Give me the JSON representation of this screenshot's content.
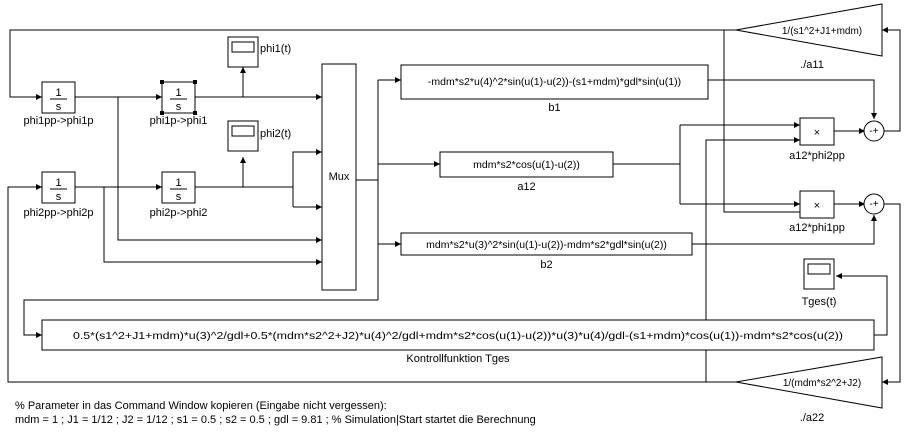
{
  "blocks": {
    "int1": {
      "num": "1",
      "den": "s",
      "label": "phi1pp->phi1p"
    },
    "int2": {
      "num": "1",
      "den": "s",
      "label": "phi1p->phi1"
    },
    "int3": {
      "num": "1",
      "den": "s",
      "label": "phi2pp->phi2p"
    },
    "int4": {
      "num": "1",
      "den": "s",
      "label": "phi2p->phi2"
    },
    "scope1": {
      "label": "phi1(t)"
    },
    "scope2": {
      "label": "phi2(t)"
    },
    "scope3": {
      "label": "Tges(t)"
    },
    "mux": {
      "label": "Mux"
    },
    "b1": {
      "expr": "-mdm*s2*u(4)^2*sin(u(1)-u(2))-(s1+mdm)*gdl*sin(u(1))",
      "label": "b1"
    },
    "a12": {
      "expr": "mdm*s2*cos(u(1)-u(2))",
      "label": "a12"
    },
    "b2": {
      "expr": "mdm*s2*u(3)^2*sin(u(1)-u(2))-mdm*s2*gdl*sin(u(2))",
      "label": "b2"
    },
    "tges": {
      "expr": "0.5*(s1^2+J1+mdm)*u(3)^2/gdl+0.5*(mdm*s2^2+J2)*u(4)^2/gdl+mdm*s2*cos(u(1)-u(2))*u(3)*u(4)/gdl-(s1+mdm)*cos(u(1))-mdm*s2*cos(u(2))",
      "label": "Kontrollfunktion Tges"
    },
    "gain_a11": {
      "expr": "1/(s1^2+J1+mdm)",
      "label": "./a11"
    },
    "gain_a22": {
      "expr": "1/(mdm*s2^2+J2)",
      "label": "./a22"
    },
    "prod1": {
      "symbol": "×",
      "label": "a12*phi2pp"
    },
    "prod2": {
      "symbol": "×",
      "label": "a12*phi1pp"
    },
    "sum1": {
      "signs": "-+"
    },
    "sum2": {
      "signs": "-+"
    }
  },
  "notes": {
    "line1": "% Parameter in das Command Window kopieren (Eingabe nicht vergessen):",
    "line2": "mdm = 1 ; J1 = 1/12 ; J2 = 1/12 ; s1 = 0.5 ; s2 = 0.5 ; gdl = 9.81 ;  % Simulation|Start startet die Berechnung"
  }
}
